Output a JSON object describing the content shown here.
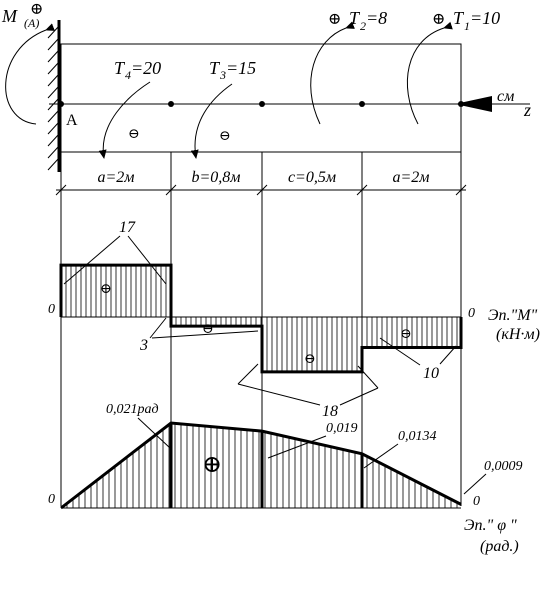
{
  "shaft": {
    "moment_label": "M",
    "moment_sub": "(A)",
    "support_label": "A",
    "axis_unit": "см",
    "axis_name": "z",
    "torques": [
      {
        "name": "T",
        "sub": "4",
        "value": "=20"
      },
      {
        "name": "T",
        "sub": "3",
        "value": "=15"
      },
      {
        "name": "T",
        "sub": "2",
        "value": "=8"
      },
      {
        "name": "T",
        "sub": "1",
        "value": "=10"
      }
    ],
    "segments": [
      "a=2м",
      "b=0,8м",
      "c=0,5м",
      "a=2м"
    ]
  },
  "signs": {
    "plus": "⊕",
    "minus": "⊖"
  },
  "moment_diagram": {
    "title": "Эп.\"М\"",
    "units": "(кН·м)",
    "zero": "0",
    "values": [
      17,
      -3,
      -18,
      -10
    ],
    "labels": {
      "v17": "17",
      "v3": "3",
      "v18": "18",
      "v10": "10"
    }
  },
  "angle_diagram": {
    "title": "Эп.\" φ \"",
    "units": "(рад.)",
    "zero": "0",
    "values": [
      0,
      0.021,
      0.019,
      0.0134,
      0.0009
    ],
    "labels": {
      "v1": "0,021рад",
      "v2": "0,019",
      "v3": "0,0134",
      "v4": "0,0009"
    }
  }
}
